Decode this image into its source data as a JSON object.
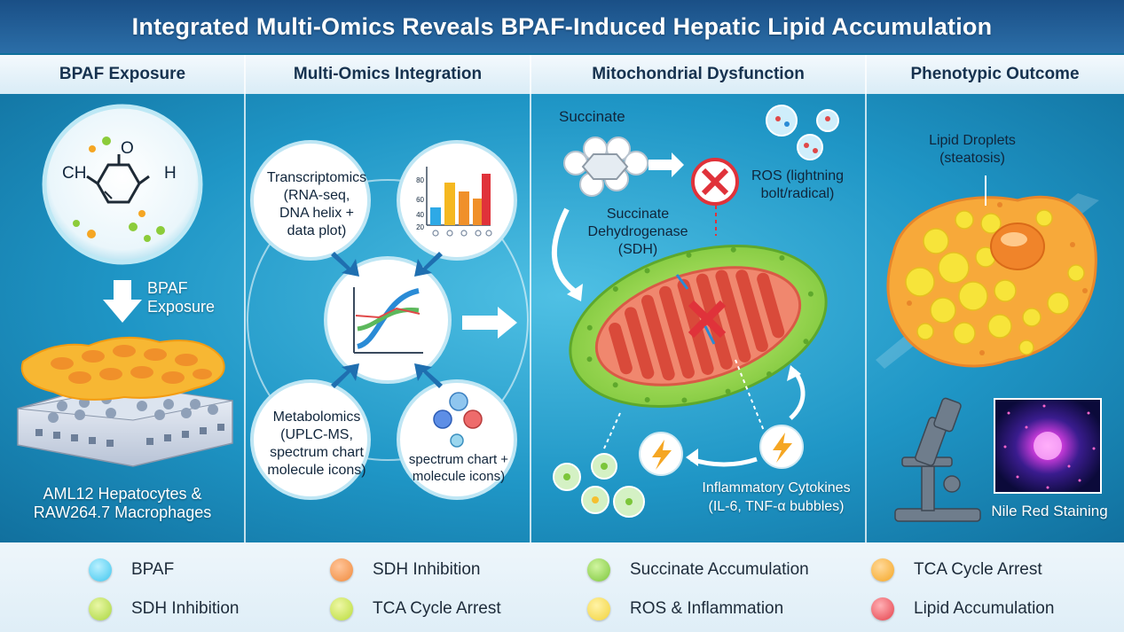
{
  "title": "Integrated Multi-Omics Reveals BPAF-Induced Hepatic Lipid Accumulation",
  "columns": [
    {
      "header": "BPAF Exposure"
    },
    {
      "header": "Multi-Omics Integration"
    },
    {
      "header": "Mitochondrial Dysfunction"
    },
    {
      "header": "Phenotypic Outcome"
    }
  ],
  "panel1": {
    "molecule_left": "CH",
    "molecule_top": "O",
    "molecule_right": "H",
    "arrow_label": "BPAF\nExposure",
    "cells_label": "AML12 Hepatocytes &\nRAW264.7 Macrophages"
  },
  "panel2": {
    "transcriptomics": "Transcriptomics\n(RNA-seq,\nDNA helix +\ndata plot)",
    "chart_ticks": [
      "80",
      "60",
      "40",
      "20"
    ],
    "metabolomics": "Metabolomics\n(UPLC-MS,\nspectrum chart\nmolecule icons)",
    "spectrum": "spectrum chart +\nmolecule icons)"
  },
  "panel3": {
    "succinate": "Succinate",
    "ros": "ROS (lightning\nbolt/radical)",
    "sdh": "Succinate\nDehydrogenase\n(SDH)",
    "cytokines": "Inflammatory Cytokines\n(IL-6, TNF-α bubbles)"
  },
  "panel4": {
    "lipid": "Lipid Droplets\n(steatosis)",
    "nile_red": "Nile Red Staining"
  },
  "legend": [
    {
      "label": "BPAF",
      "color": "#3fc6ee"
    },
    {
      "label": "SDH Inhibition",
      "color": "#f08a3c"
    },
    {
      "label": "Succinate Accumulation",
      "color": "#7cc63a"
    },
    {
      "label": "TCA Cycle Arrest",
      "color": "#f5a623"
    },
    {
      "label": "SDH Inhibition",
      "color": "#a9d63e"
    },
    {
      "label": "TCA Cycle Arrest",
      "color": "#b9dc3a"
    },
    {
      "label": "ROS & Inflammation",
      "color": "#f2d23a"
    },
    {
      "label": "Lipid Accumulation",
      "color": "#e5404a"
    }
  ]
}
